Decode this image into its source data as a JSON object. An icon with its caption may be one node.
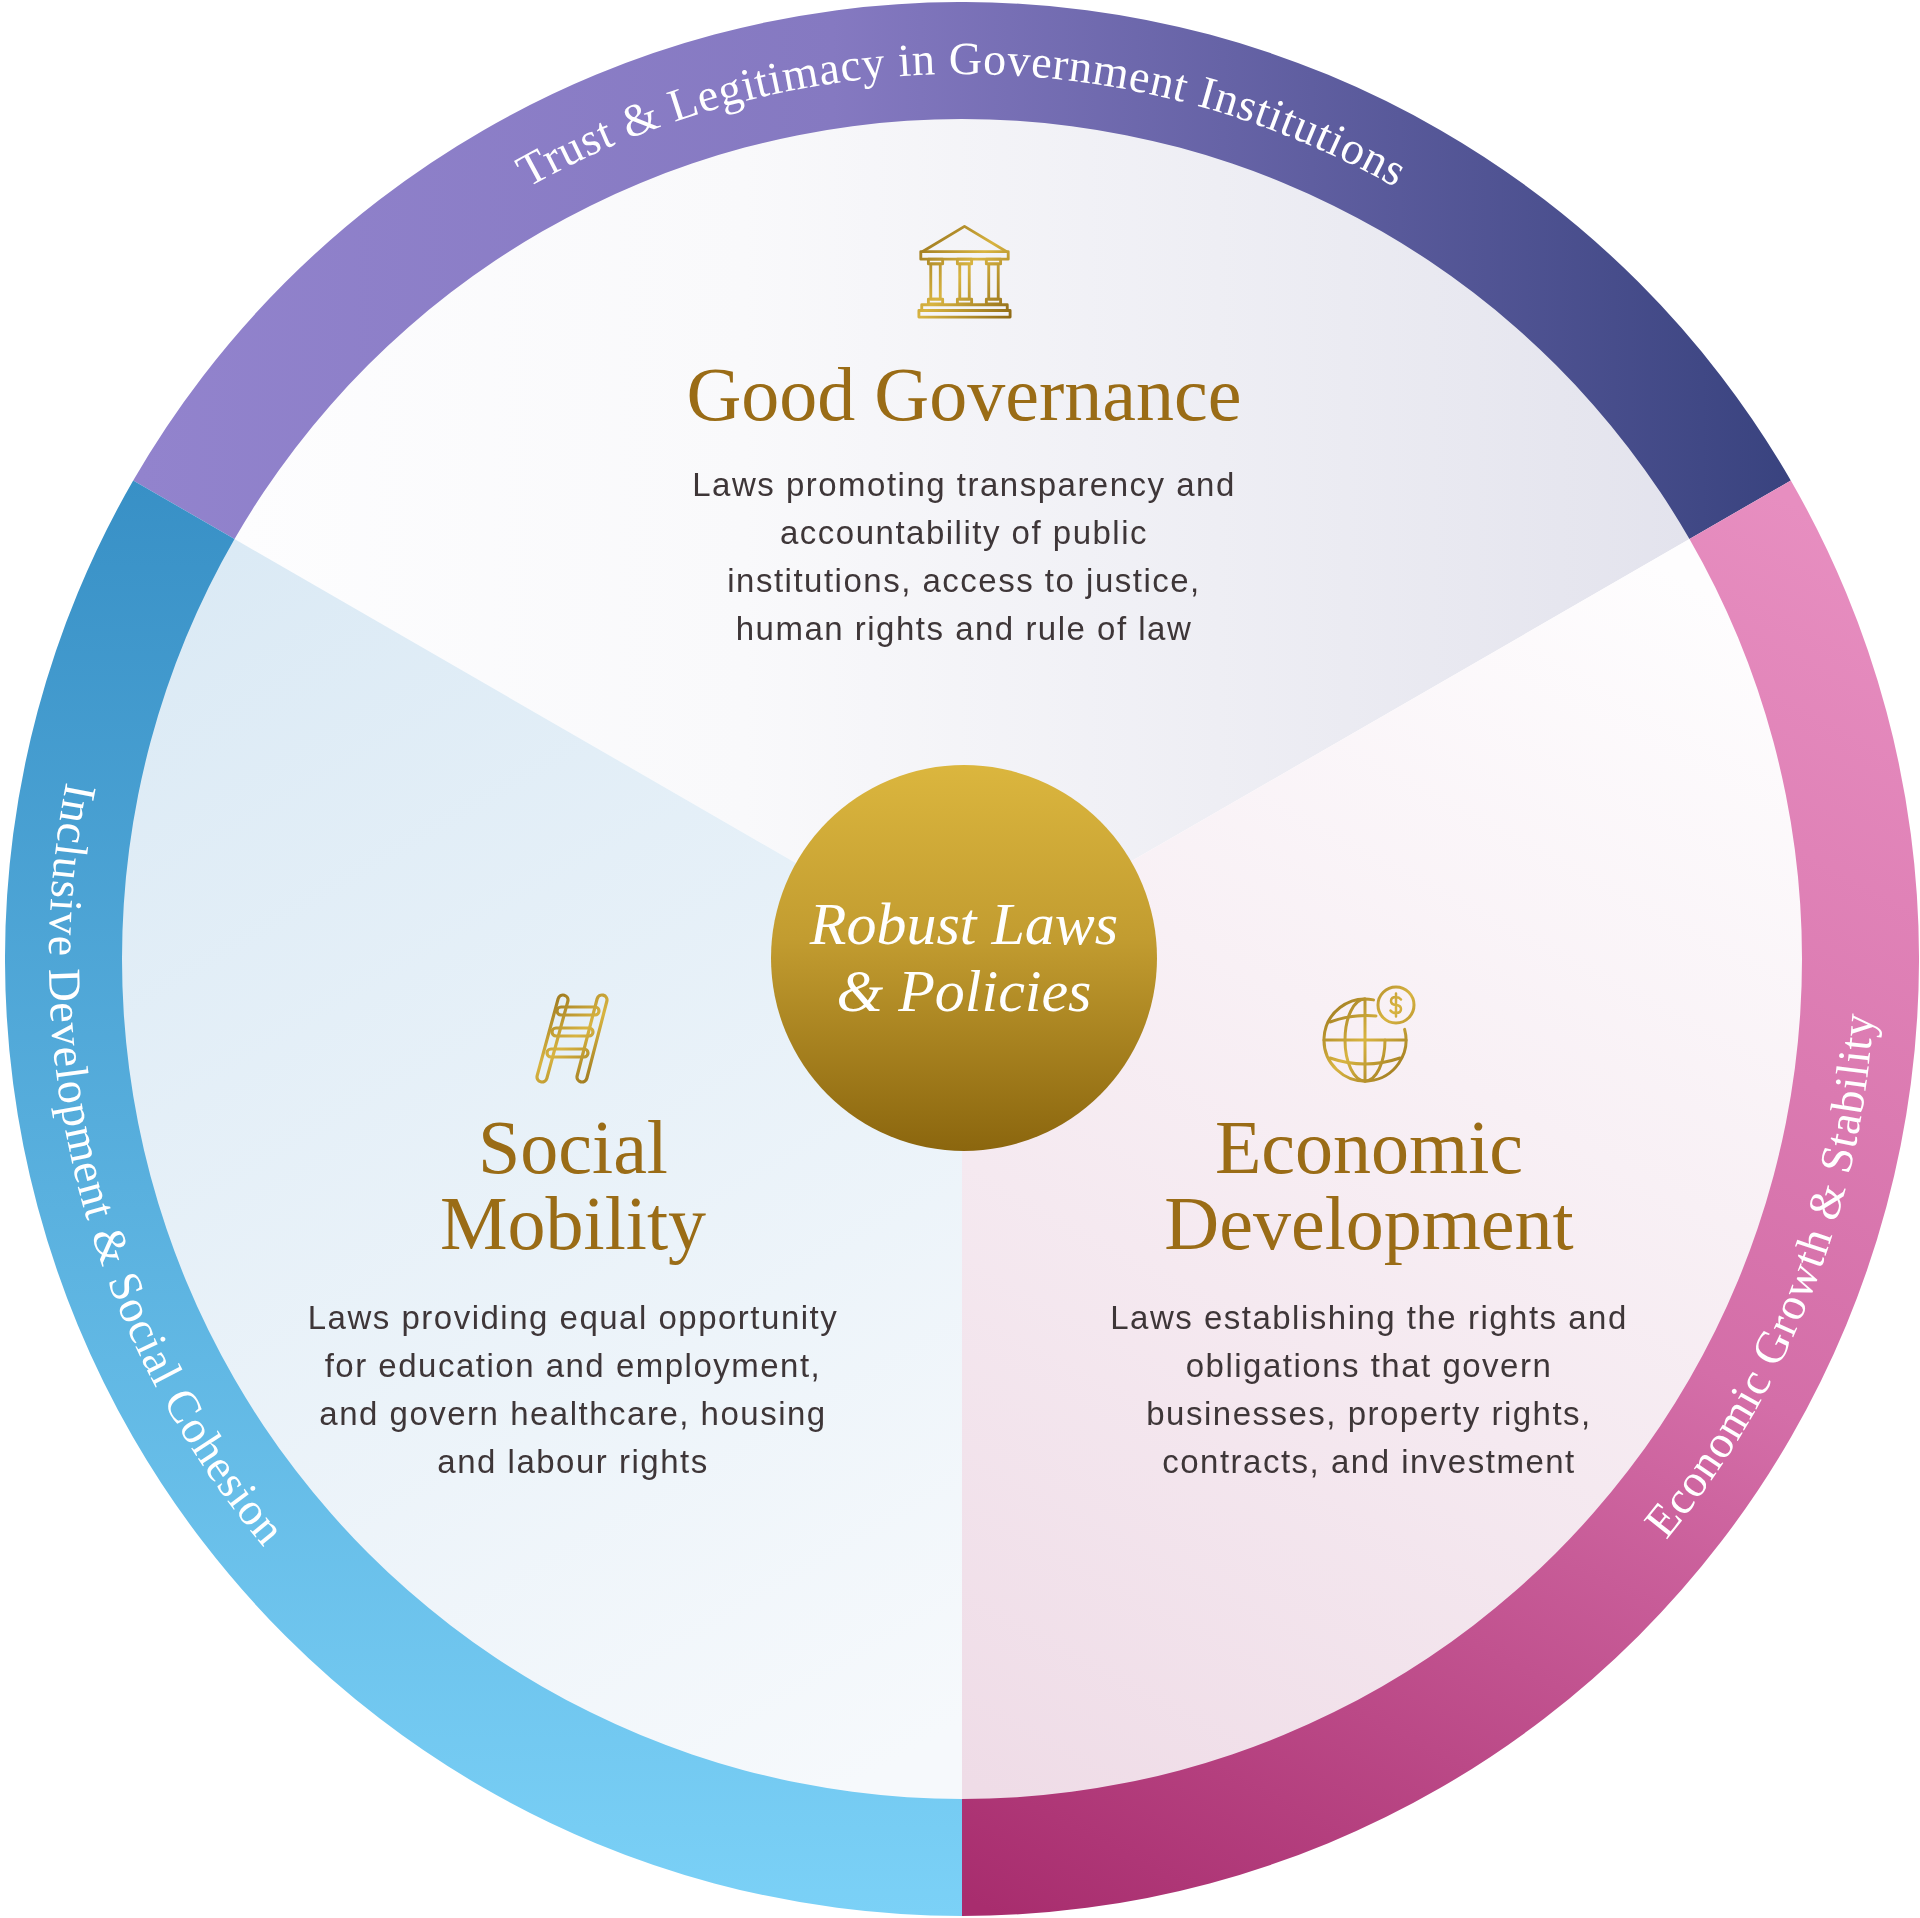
{
  "diagram": {
    "nodes": [
      {
        "text": [
          "Trust & Legitimacy in Government Institutions"
        ]
      },
      {
        "text": [
          "Good Governance",
          "Laws promoting transparency and accountability of public institutions, access to justice, human rights and rule of law"
        ]
      },
      {
        "text": [
          "Robust Laws & Policies"
        ]
      },
      {
        "text": [
          "Social Mobility",
          "Laws providing equal opportunity for education and employment, and govern healthcare, housing and labour rights"
        ]
      },
      {
        "text": [
          "Economic Development",
          "Laws establishing the rights and obligations that govern businesses, property rights, contracts, and investment"
        ]
      },
      {
        "text": [
          "Inclusive Development & Social Cohesion"
        ]
      },
      {
        "text": [
          "Economic Growth & Stability"
        ]
      }
    ]
  }
}
